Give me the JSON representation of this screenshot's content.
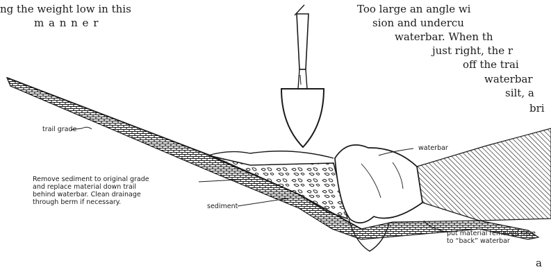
{
  "text_left": [
    "ng the weight low in this",
    "m a n n e r"
  ],
  "text_right": [
    "Too large an angle wi",
    "sion and undercu",
    "waterbar. When th",
    "just right, the r",
    "off the trai",
    "waterbar",
    "silt, a",
    "bri",
    "a"
  ],
  "labels": {
    "trail_grade": "trail grade",
    "waterbar": "waterbar",
    "remove_sediment": [
      "Remove sediment to original grade",
      "and replace material down trail",
      "behind waterbar. Clean drainage",
      "through berm if necessary."
    ],
    "sediment": "sediment",
    "put_material": [
      "put material removed here",
      "to “back” waterbar"
    ]
  },
  "colors": {
    "ink": "#1a1a1a",
    "paper": "#ffffff"
  },
  "icons": {
    "tool": "shovel-icon"
  }
}
